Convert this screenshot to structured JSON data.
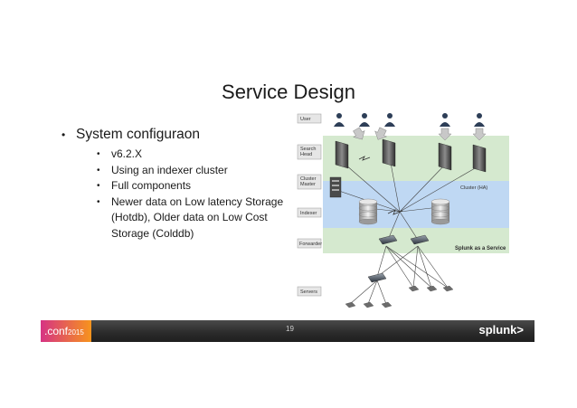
{
  "slide": {
    "title": "Service Design",
    "bullets": [
      {
        "text": "System configuraon",
        "children": [
          "v6.2.X",
          "Using an indexer cluster",
          "Full components",
          "Newer data on Low latency Storage (Hotdb), Older data on Low Cost Storage (Colddb)"
        ]
      }
    ]
  },
  "diagram": {
    "lane_labels": [
      "User",
      "Search Head",
      "Cluster Master",
      "Indexer",
      "Forwarder",
      "Servers"
    ],
    "cluster_label": "Cluster (HA)",
    "service_label": "Splunk as a Service",
    "colors": {
      "green_area": "#d5e9cf",
      "blue_area": "#bfd8f3",
      "lane_label_bg": "#e6e6e6"
    }
  },
  "footer": {
    "conf_text": ".conf",
    "conf_year": "2015",
    "page_number": "19",
    "brand": "splunk>"
  }
}
